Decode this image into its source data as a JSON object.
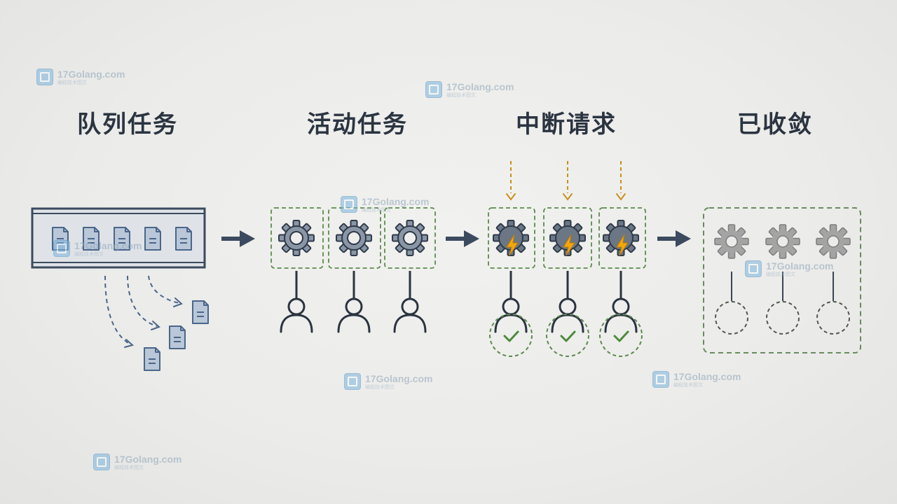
{
  "stages": [
    {
      "title": "队列任务"
    },
    {
      "title": "活动任务"
    },
    {
      "title": "中断请求"
    },
    {
      "title": "已收敛"
    }
  ],
  "watermark": {
    "text": "17Golang.com",
    "subtitle": "编程技术图文"
  },
  "colors": {
    "ink": "#2b3440",
    "doc_fill": "#b9c7d8",
    "doc_stroke": "#4b6689",
    "queue_stroke": "#3b4a5e",
    "active_box": "#5c8a4e",
    "interrupt_arrow": "#c8901e",
    "bolt": "#f2a80b",
    "converged_stroke": "#7a7a7a"
  },
  "icons": [
    "document-icon",
    "gear-icon",
    "user-icon",
    "lightning-bolt-icon",
    "check-icon",
    "arrow-right-icon"
  ]
}
